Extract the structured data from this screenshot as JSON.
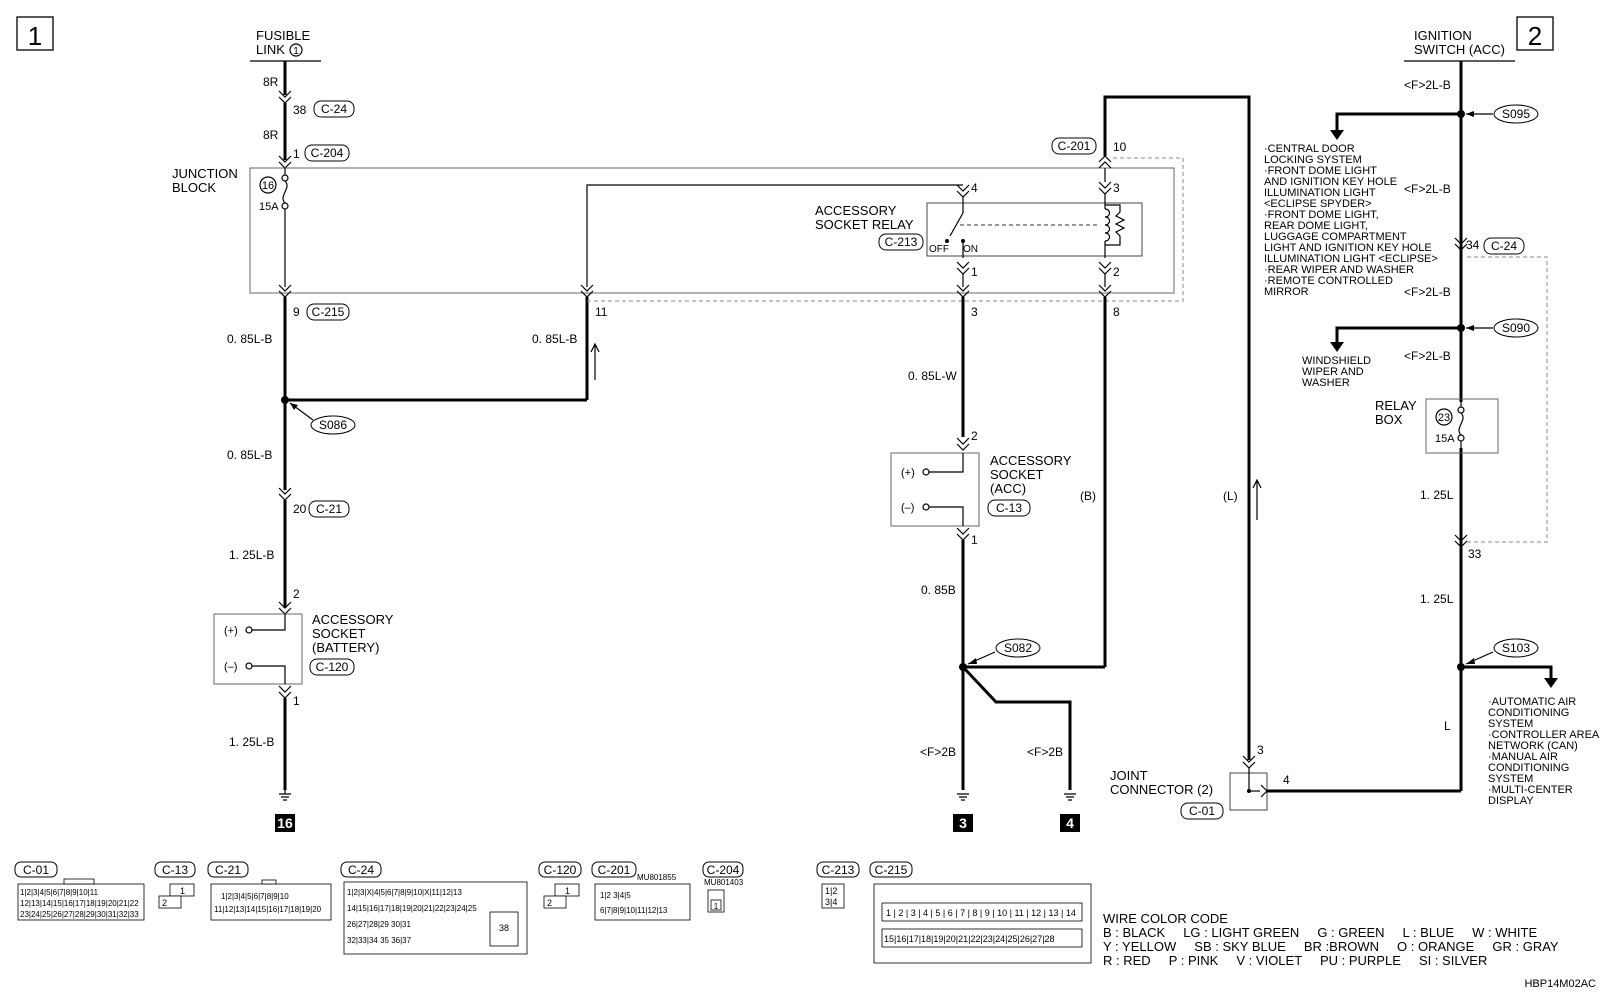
{
  "page_numbers": [
    "1",
    "2"
  ],
  "ground_labels": [
    "16",
    "3",
    "4"
  ],
  "page_code": "HBP14M02AC",
  "fusible_link": {
    "label": "FUSIBLE",
    "label2": "LINK",
    "num": "1"
  },
  "ignition_switch": {
    "line1": "IGNITION",
    "line2": "SWITCH (ACC)"
  },
  "junction_block": {
    "line1": "JUNCTION",
    "line2": "BLOCK",
    "fuse_num": "16",
    "fuse_amp": "15A"
  },
  "relay_box": {
    "line1": "RELAY",
    "line2": "BOX",
    "fuse_num": "23",
    "fuse_amp": "15A"
  },
  "accessory_relay": {
    "line1": "ACCESSORY",
    "line2": "SOCKET RELAY",
    "conn": "C-213",
    "off": "OFF",
    "on": "ON"
  },
  "socket_acc": {
    "line1": "ACCESSORY",
    "line2": "SOCKET",
    "line3": "(ACC)",
    "conn": "C-13",
    "plus": "(+)",
    "minus": "(–)"
  },
  "socket_batt": {
    "line1": "ACCESSORY",
    "line2": "SOCKET",
    "line3": "(BATTERY)",
    "conn": "C-120",
    "plus": "(+)",
    "minus": "(–)"
  },
  "joint_connector": {
    "line1": "JOINT",
    "line2": "CONNECTOR (2)",
    "conn": "C-01"
  },
  "connector_tags": [
    "C-24",
    "C-204",
    "C-215",
    "C-21",
    "C-201",
    "C-24",
    "C-01",
    "C-13",
    "C-21",
    "C-24",
    "C-120",
    "C-201",
    "C-204",
    "C-213",
    "C-215"
  ],
  "splices": [
    "S086",
    "S082",
    "S095",
    "S090",
    "S103"
  ],
  "pins": [
    "38",
    "1",
    "9",
    "20",
    "2",
    "1",
    "11",
    "4",
    "1",
    "3",
    "2",
    "1",
    "10",
    "3",
    "2",
    "8",
    "3",
    "4",
    "34",
    "33"
  ],
  "wires": [
    "8R",
    "8R",
    "0. 85L-B",
    "0. 85L-B",
    "0. 85L-B",
    "1. 25L-B",
    "1. 25L-B",
    "0. 85L-W",
    "0. 85B",
    "<F>2B",
    "<F>2B",
    "<F>2L-B",
    "<F>2L-B",
    "<F>2L-B",
    "<F>2L-B",
    "1. 25L",
    "1. 25L",
    "L",
    "(B)",
    "(L)"
  ],
  "s095_list": [
    "·CENTRAL DOOR",
    "LOCKING SYSTEM",
    "·FRONT DOME LIGHT",
    "AND IGNITION KEY HOLE",
    "ILLUMINATION LIGHT",
    "<ECLIPSE SPYDER>",
    "·FRONT DOME LIGHT,",
    "REAR DOME LIGHT,",
    "LUGGAGE COMPARTMENT",
    "LIGHT AND IGNITION KEY HOLE",
    "ILLUMINATION LIGHT <ECLIPSE>",
    "·REAR WIPER AND WASHER",
    "·REMOTE CONTROLLED",
    "MIRROR"
  ],
  "s090_list": [
    "WINDSHIELD",
    "WIPER AND",
    "WASHER"
  ],
  "s103_list": [
    "·AUTOMATIC AIR",
    "CONDITIONING",
    "SYSTEM",
    "·CONTROLLER AREA",
    "NETWORK (CAN)",
    "·MANUAL AIR",
    "CONDITIONING",
    "SYSTEM",
    "·MULTI-CENTER",
    "DISPLAY"
  ],
  "part_numbers": [
    "MU801855",
    "MU801403"
  ],
  "wire_color_code": {
    "title": "WIRE COLOR CODE",
    "row1": "B : BLACK     LG : LIGHT GREEN     G : GREEN     L : BLUE     W : WHITE",
    "row2": "Y : YELLOW     SB : SKY BLUE     BR :BROWN     O : ORANGE     GR : GRAY",
    "row3": "R : RED     P : PINK     V : VIOLET     PU : PURPLE     SI : SILVER"
  }
}
